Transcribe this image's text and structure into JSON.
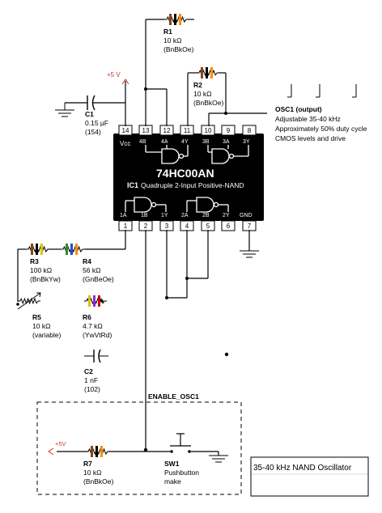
{
  "ic": {
    "part_number": "74HC00AN",
    "designator": "IC1",
    "description": "Quadruple 2-Input Positive-NAND",
    "top_pins": [
      "14",
      "13",
      "12",
      "11",
      "10",
      "9",
      "8"
    ],
    "bottom_pins": [
      "1",
      "2",
      "3",
      "4",
      "5",
      "6",
      "7"
    ],
    "top_labels": [
      "Vcc",
      "4B",
      "4A",
      "4Y",
      "3B",
      "3A",
      "3Y"
    ],
    "bottom_labels": [
      "1A",
      "1B",
      "1Y",
      "2A",
      "2B",
      "2Y",
      "GND"
    ]
  },
  "supply": {
    "label": "+5 V"
  },
  "r1": {
    "ref": "R1",
    "value": "10 kΩ",
    "code": "(BnBkOe)",
    "colors": [
      "#8b4513",
      "#000000",
      "#ff8c00"
    ]
  },
  "r2": {
    "ref": "R2",
    "value": "10 kΩ",
    "code": "(BnBkOe)",
    "colors": [
      "#8b4513",
      "#000000",
      "#ff8c00"
    ]
  },
  "c1": {
    "ref": "C1",
    "value": "0.15 µF",
    "code": "(154)"
  },
  "r3": {
    "ref": "R3",
    "value": "100 kΩ",
    "code": "(BnBkYw)",
    "colors": [
      "#8b4513",
      "#000000",
      "#e0c000"
    ]
  },
  "r4": {
    "ref": "R4",
    "value": "56 kΩ",
    "code": "(GnBeOe)",
    "colors": [
      "#2e8b2e",
      "#1e50d0",
      "#ff8c00"
    ]
  },
  "r5": {
    "ref": "R5",
    "value": "10 kΩ",
    "code": "(variable)"
  },
  "r6": {
    "ref": "R6",
    "value": "4.7 kΩ",
    "code": "(YwVtRd)",
    "colors": [
      "#e0c000",
      "#8a2be2",
      "#d00000"
    ]
  },
  "c2": {
    "ref": "C2",
    "value": "1 nF",
    "code": "(102)"
  },
  "osc1": {
    "title": "OSC1 (output)",
    "lines": [
      "Adjustable 35-40 kHz",
      "Approximately 50% duty cycle",
      "CMOS levels and drive"
    ]
  },
  "enable": {
    "label": "ENABLE_OSC1"
  },
  "r7": {
    "ref": "R7",
    "value": "10 kΩ",
    "code": "(BnBkOe)",
    "supply": "+5V",
    "colors": [
      "#8b4513",
      "#000000",
      "#ff8c00"
    ]
  },
  "sw1": {
    "ref": "SW1",
    "line1": "Pushbutton",
    "line2": "make"
  },
  "title_block": {
    "text": "35-40 kHz NAND Oscillator"
  }
}
